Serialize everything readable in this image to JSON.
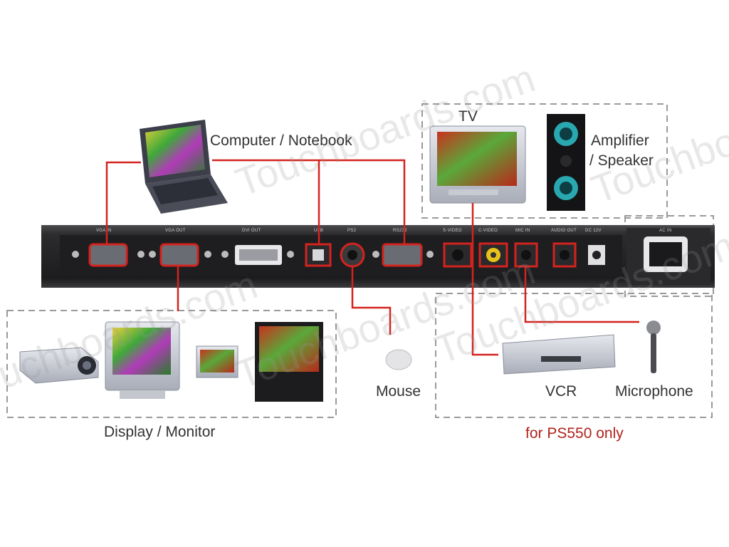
{
  "devices": {
    "computer": "Computer / Notebook",
    "tv": "TV",
    "amplifier_line1": "Amplifier",
    "amplifier_line2": "/ Speaker",
    "mouse": "Mouse",
    "vcr": "VCR",
    "microphone": "Microphone",
    "display": "Display / Monitor"
  },
  "note": "for PS550 only",
  "ports": {
    "vga_in": "VGA IN",
    "vga_out": "VGA OUT",
    "dvi_out": "DVI OUT",
    "usb": "USB",
    "ps2": "PS2",
    "rs232": "RS232",
    "svideo": "S-VIDEO",
    "cvideo": "C-VIDEO",
    "mic_in": "MIC IN",
    "audio_out": "AUDIO OUT",
    "dc": "DC 12V",
    "ac_in": "AC IN"
  },
  "watermark": "Touchboards.com",
  "colors": {
    "connector_line": "#d4231e",
    "panel": "#2a2a2c",
    "dashed_box": "#9a9a9a"
  }
}
